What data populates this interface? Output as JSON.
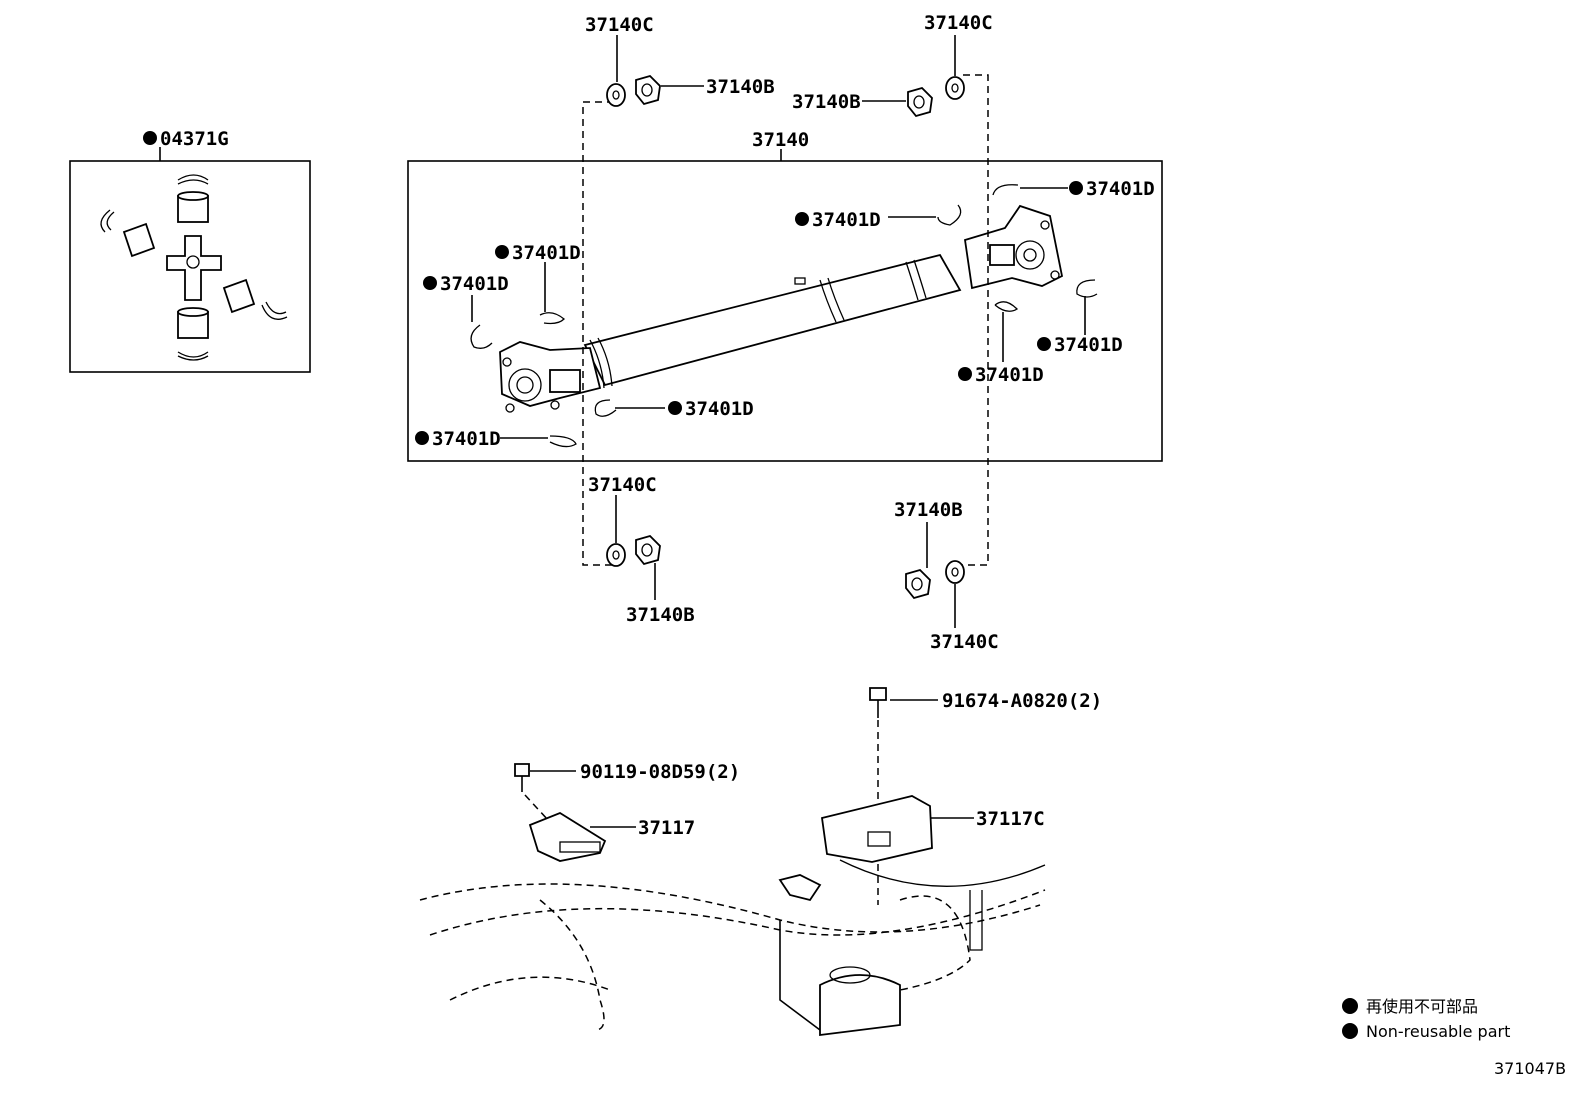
{
  "callouts": {
    "kit_04371G": "04371G",
    "shaft_37140": "37140",
    "washer_top_left": "37140C",
    "nut_top_left": "37140B",
    "washer_top_right": "37140C",
    "nut_top_right": "37140B",
    "washer_bottom_left": "37140C",
    "nut_bottom_left": "37140B",
    "nut_bottom_right": "37140B",
    "washer_bottom_right": "37140C",
    "snap_ring_1": "37401D",
    "snap_ring_2": "37401D",
    "snap_ring_3": "37401D",
    "snap_ring_4": "37401D",
    "snap_ring_5": "37401D",
    "snap_ring_6": "37401D",
    "snap_ring_7": "37401D",
    "snap_ring_8": "37401D",
    "bolt_91674": "91674-A0820(2)",
    "bolt_90119": "90119-08D59(2)",
    "bracket_37117": "37117",
    "cover_37117C": "37117C"
  },
  "legend": {
    "line_jp": "再使用不可部品",
    "line_en": "Non-reusable part"
  },
  "figure_id": "371047B",
  "icons": [
    "non-reusable-dot-icon"
  ]
}
